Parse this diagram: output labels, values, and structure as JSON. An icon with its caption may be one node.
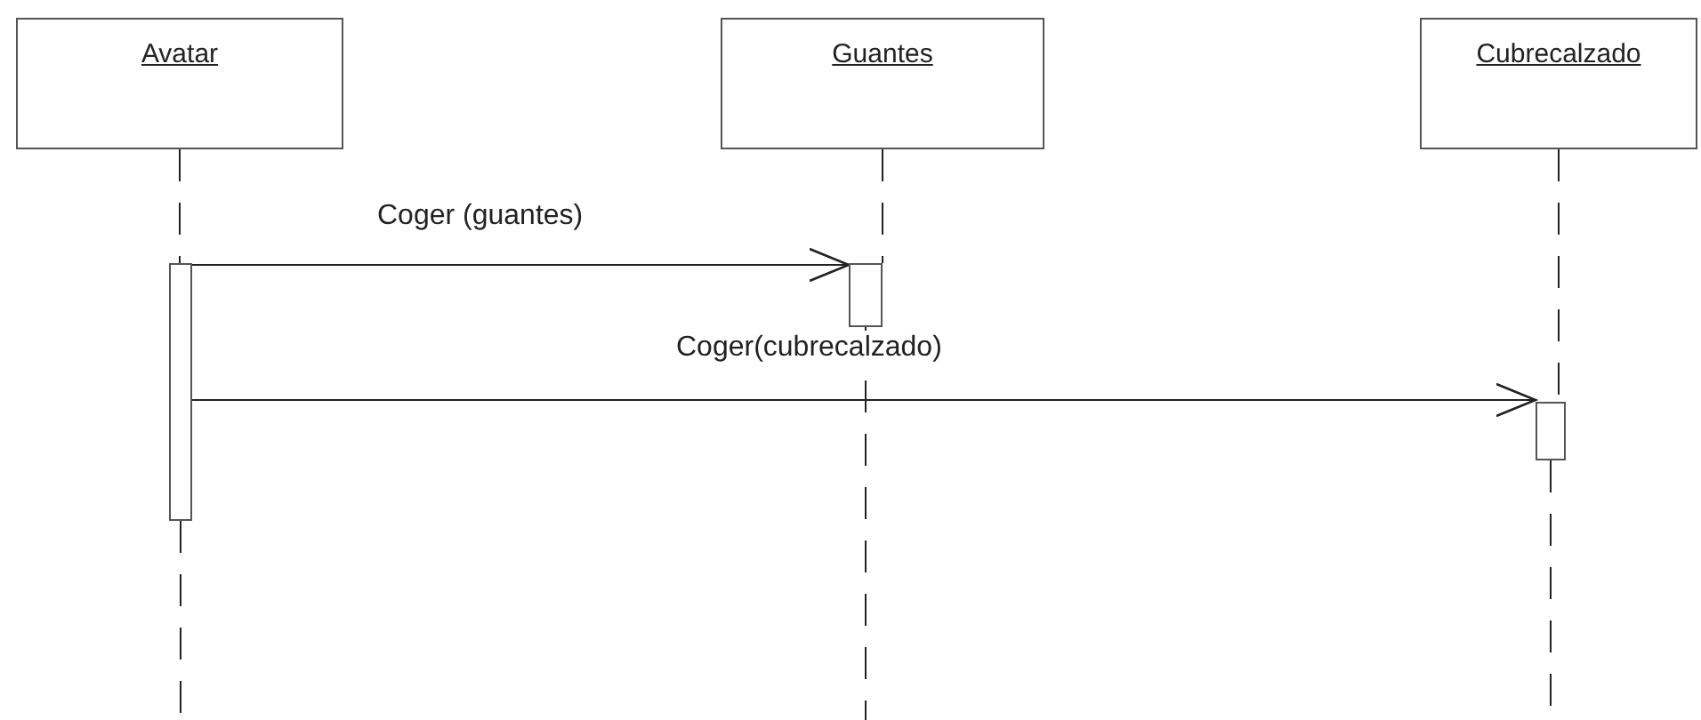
{
  "diagram": {
    "nodes": [
      {
        "text": [
          "Avatar"
        ]
      },
      {
        "text": [
          "Guantes"
        ]
      },
      {
        "text": [
          "Cubrecalzado"
        ]
      },
      {
        "text": [],
        "shape": "bar"
      },
      {
        "text": [],
        "shape": "bar"
      },
      {
        "text": [],
        "shape": "bar"
      }
    ],
    "edges": [
      {
        "from": 0,
        "to": 3,
        "arrow": "none",
        "style": "dashed"
      },
      {
        "from": 1,
        "to": 4,
        "arrow": "none",
        "style": "dashed"
      },
      {
        "from": 2,
        "to": 5,
        "arrow": "none",
        "style": "dashed"
      },
      {
        "from": 3,
        "to": null,
        "arrow": "none",
        "style": "dashed"
      },
      {
        "from": 4,
        "to": null,
        "arrow": "none",
        "style": "dashed"
      },
      {
        "from": 5,
        "to": null,
        "arrow": "none",
        "style": "dashed"
      },
      {
        "from": 3,
        "to": 4,
        "arrow": "to",
        "label": "Coger (guantes)"
      },
      {
        "from": 3,
        "to": 5,
        "arrow": "to",
        "label": "Coger(cubrecalzado)"
      }
    ]
  }
}
